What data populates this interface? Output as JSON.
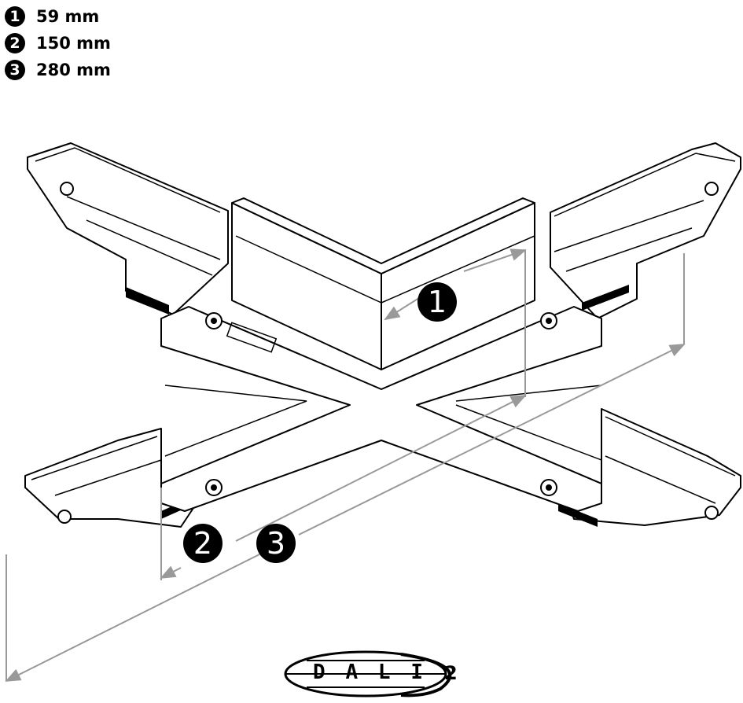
{
  "legend": [
    {
      "number": "1",
      "label": "59 mm"
    },
    {
      "number": "2",
      "label": "150 mm"
    },
    {
      "number": "3",
      "label": "280 mm"
    }
  ],
  "dimension_markers": [
    "1",
    "2",
    "3"
  ],
  "logo": {
    "letters": [
      "D",
      "A",
      "L",
      "I"
    ],
    "superscript": "2"
  },
  "colors": {
    "line": "#000000",
    "dimension": "#999999"
  }
}
